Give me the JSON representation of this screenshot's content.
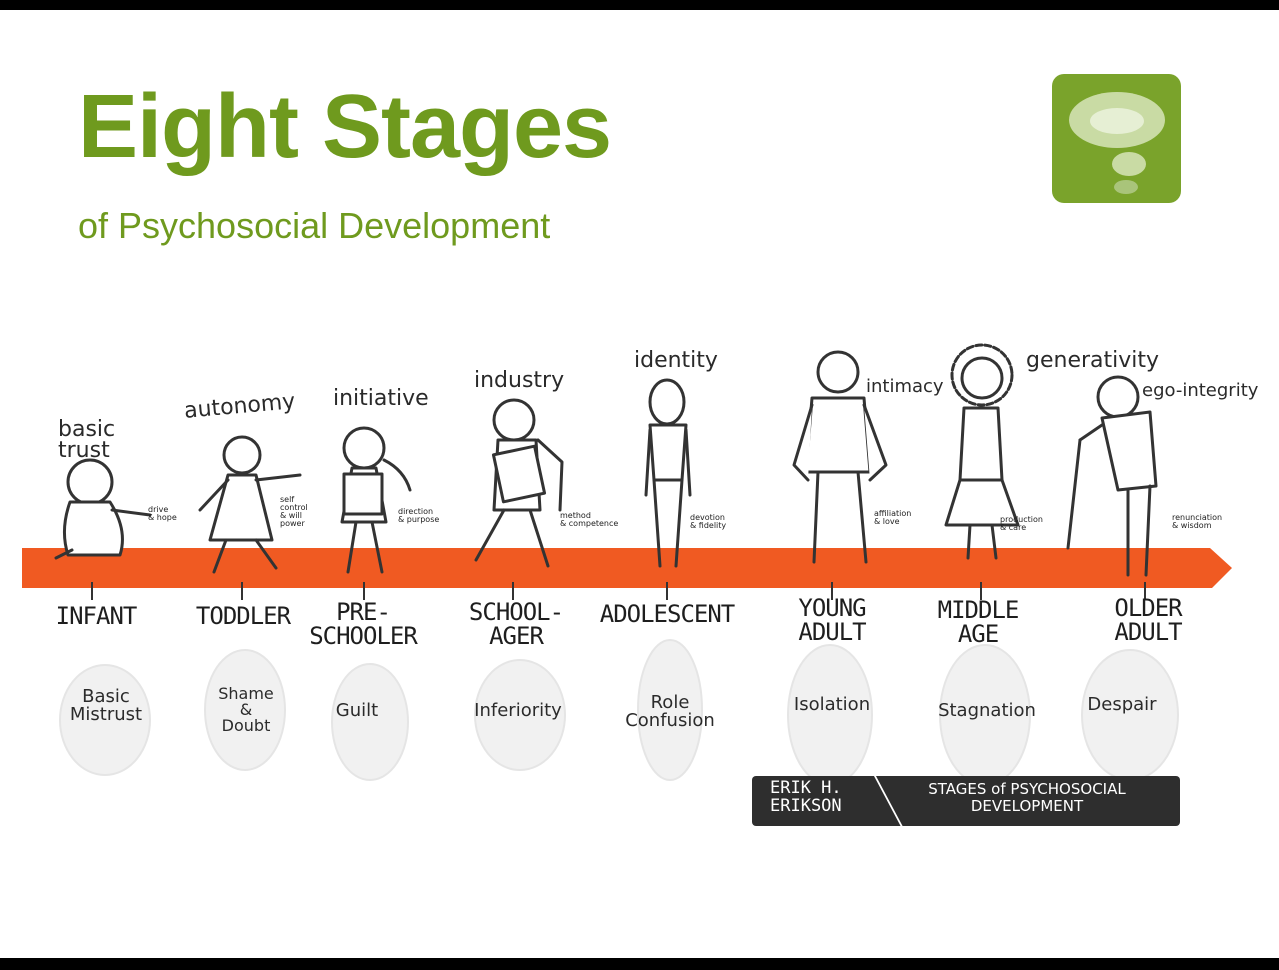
{
  "title": "Eight Stages",
  "subtitle": "of Psychosocial Development",
  "colors": {
    "title_green": "#6f9a1e",
    "logo_green": "#7aa32b",
    "timeline_orange": "#f05a22",
    "banner_dark": "#2e2e2e"
  },
  "logo_icon": "speech-bubbles-icon",
  "stages": [
    {
      "virtue": "basic\ntrust",
      "note": "drive\n& hope",
      "stage": "INFANT",
      "crisis": "Basic\nMistrust"
    },
    {
      "virtue": "autonomy",
      "note": "self\ncontrol\n& will\npower",
      "stage": "TODDLER",
      "crisis": "Shame\n&\nDoubt"
    },
    {
      "virtue": "initiative",
      "note": "direction\n& purpose",
      "stage": "PRE-\nSCHOOLER",
      "crisis": "Guilt"
    },
    {
      "virtue": "industry",
      "note": "method\n& competence",
      "stage": "SCHOOL-\nAGER",
      "crisis": "Inferiority"
    },
    {
      "virtue": "identity",
      "note": "devotion\n& fidelity",
      "stage": "ADOLESCENT",
      "crisis": "Role\nConfusion"
    },
    {
      "virtue": "intimacy",
      "note": "affiliation\n& love",
      "stage": "YOUNG\nADULT",
      "crisis": "Isolation"
    },
    {
      "virtue": "generativity",
      "note": "production\n& care",
      "stage": "MIDDLE\nAGE",
      "crisis": "Stagnation"
    },
    {
      "virtue": "ego-integrity",
      "note": "renunciation\n& wisdom",
      "stage": "OLDER\nADULT",
      "crisis": "Despair"
    }
  ],
  "banner": {
    "author": "ERIK H.\nERIKSON",
    "caption": "STAGES of PSYCHOSOCIAL\nDEVELOPMENT"
  }
}
